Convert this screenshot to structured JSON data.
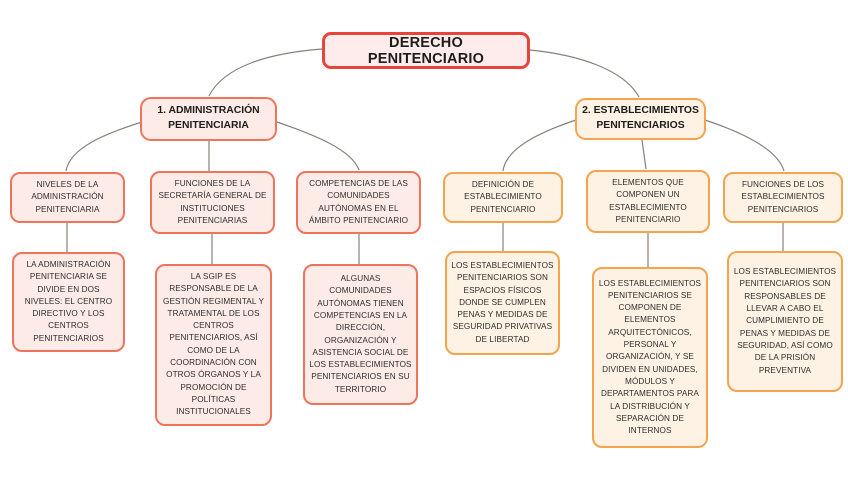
{
  "root": {
    "label": "DERECHO PENITENCIARIO"
  },
  "colors": {
    "root_border": "#e6453c",
    "root_fill": "#fdeceb",
    "pink_border": "#ef745c",
    "pink_fill": "#fcebe7",
    "orange_border": "#f3a44c",
    "orange_fill": "#fdf2e3",
    "connector": "#8a8078",
    "text": "#2e2e2e"
  },
  "branches": [
    {
      "label": "1. ADMINISTRACIÓN PENITENCIARIA",
      "theme": "pink",
      "children": [
        {
          "topic": "NIVELES DE LA ADMINISTRACIÓN PENITENCIARIA",
          "detail": "LA ADMINISTRACIÓN PENITENCIARIA SE DIVIDE EN DOS NIVELES: EL CENTRO DIRECTIVO Y LOS CENTROS PENITENCIARIOS"
        },
        {
          "topic": "FUNCIONES DE LA SECRETARÍA GENERAL DE INSTITUCIONES PENITENCIARIAS",
          "detail": "LA SGIP ES RESPONSABLE DE LA GESTIÓN REGIMENTAL Y TRATAMENTAL DE LOS CENTROS PENITENCIARIOS, ASÍ COMO DE LA COORDINACIÓN CON OTROS ÓRGANOS Y LA PROMOCIÓN DE POLÍTICAS INSTITUCIONALES"
        },
        {
          "topic": "COMPETENCIAS DE LAS COMUNIDADES AUTÓNOMAS EN EL ÁMBITO PENITENCIARIO",
          "detail": "ALGUNAS COMUNIDADES AUTÓNOMAS TIENEN COMPETENCIAS EN LA DIRECCIÓN, ORGANIZACIÓN Y ASISTENCIA SOCIAL DE LOS ESTABLECIMIENTOS PENITENCIARIOS EN SU TERRITORIO"
        }
      ]
    },
    {
      "label": "2. ESTABLECIMIENTOS PENITENCIARIOS",
      "theme": "orange",
      "children": [
        {
          "topic": "DEFINICIÓN DE ESTABLECIMIENTO PENITENCIARIO",
          "detail": "LOS ESTABLECIMIENTOS PENITENCIARIOS SON ESPACIOS FÍSICOS DONDE SE CUMPLEN PENAS Y MEDIDAS DE SEGURIDAD PRIVATIVAS DE LIBERTAD"
        },
        {
          "topic": "ELEMENTOS QUE COMPONEN UN ESTABLECIMIENTO PENITENCIARIO",
          "detail": "LOS ESTABLECIMIENTOS PENITENCIARIOS SE COMPONEN DE ELEMENTOS ARQUITECTÓNICOS, PERSONAL Y ORGANIZACIÓN, Y SE DIVIDEN EN UNIDADES, MÓDULOS Y DEPARTAMENTOS PARA LA DISTRIBUCIÓN Y SEPARACIÓN DE INTERNOS"
        },
        {
          "topic": "FUNCIONES DE LOS ESTABLECIMIENTOS PENITENCIARIOS",
          "detail": "LOS ESTABLECIMIENTOS PENITENCIARIOS SON RESPONSABLES DE LLEVAR A CABO EL CUMPLIMIENTO DE PENAS Y MEDIDAS DE SEGURIDAD, ASÍ COMO DE LA PRISIÓN PREVENTIVA"
        }
      ]
    }
  ]
}
